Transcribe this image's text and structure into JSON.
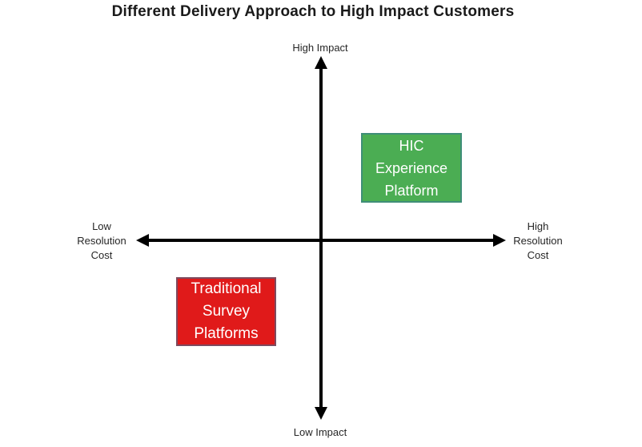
{
  "title": "Different Delivery Approach to High Impact Customers",
  "axis_labels": {
    "top": "High Impact",
    "bottom": "Low Impact",
    "left": "Low\nResolution\nCost",
    "right": "High\nResolution\nCost"
  },
  "boxes": {
    "hic": {
      "label": "HIC\nExperience\nPlatform",
      "quadrant": "top-right (high impact, high resolution cost)",
      "fill": "#4BAD53",
      "border": "#3F8E78",
      "text_color": "#FFFFFF"
    },
    "traditional": {
      "label": "Traditional\nSurvey\nPlatforms",
      "quadrant": "bottom-left (low impact, low resolution cost)",
      "fill": "#E01A1A",
      "border": "#7E4A5E",
      "text_color": "#FFFFFF"
    }
  },
  "colors": {
    "axis": "#000000",
    "background": "#FFFFFF",
    "title_text": "#1A1A1A"
  }
}
